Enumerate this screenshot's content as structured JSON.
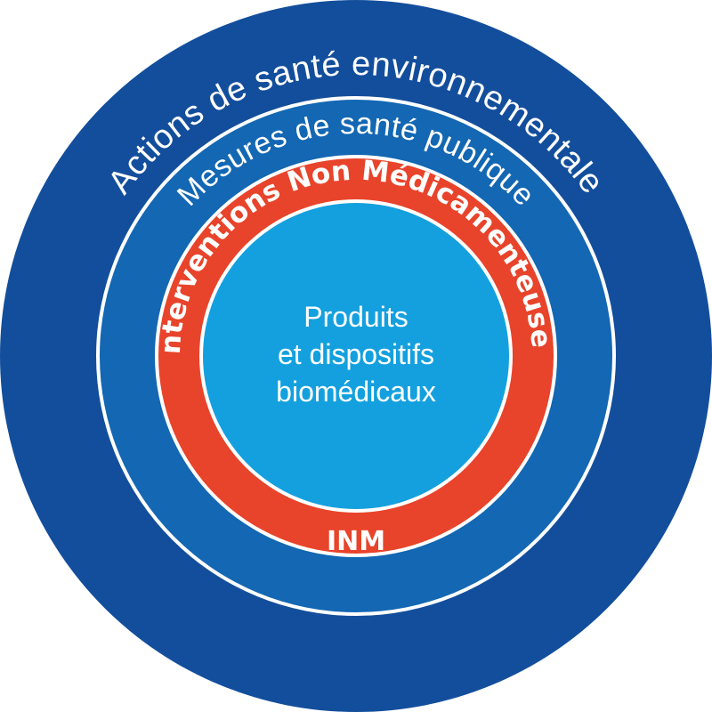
{
  "diagram": {
    "rings": [
      {
        "label": "Actions de santé environnementale",
        "color": "#134e9c"
      },
      {
        "label": "Mesures de santé publique",
        "color": "#1367b3"
      },
      {
        "label": "Interventions Non Médicamenteuses",
        "color": "#e8442b"
      }
    ],
    "inm_abbreviation": "INM",
    "core": {
      "lines": [
        "Produits",
        "et dispositifs",
        "biomédicaux"
      ],
      "color": "#14a0de"
    },
    "separator_color": "#ffffff"
  }
}
